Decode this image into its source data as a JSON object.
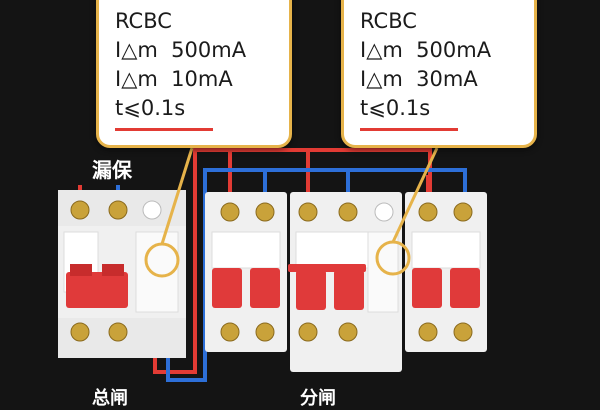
{
  "callouts": [
    {
      "lines": [
        "RCBC",
        "I△m  500mA",
        "I△m  10mA",
        "t⩽0.1s"
      ]
    },
    {
      "lines": [
        "RCBC",
        "I△m  500mA",
        "I△m  30mA",
        "t⩽0.1s"
      ]
    }
  ],
  "labels": {
    "rcd": "漏保",
    "main_bottom": "总闸",
    "branch_bottom": "分闸"
  },
  "colors": {
    "background": "#141414",
    "callout_border": "#e6b34a",
    "underline": "#e23b34",
    "wire_red": "#e23b34",
    "wire_blue": "#2d6fd8",
    "breaker_body": "#f0f0f0",
    "breaker_red": "#e03a3a",
    "terminal_gold": "#c9a23a"
  },
  "icons": [
    "circuit-breaker-icon",
    "screw-terminal-icon",
    "highlight-circle-icon"
  ]
}
